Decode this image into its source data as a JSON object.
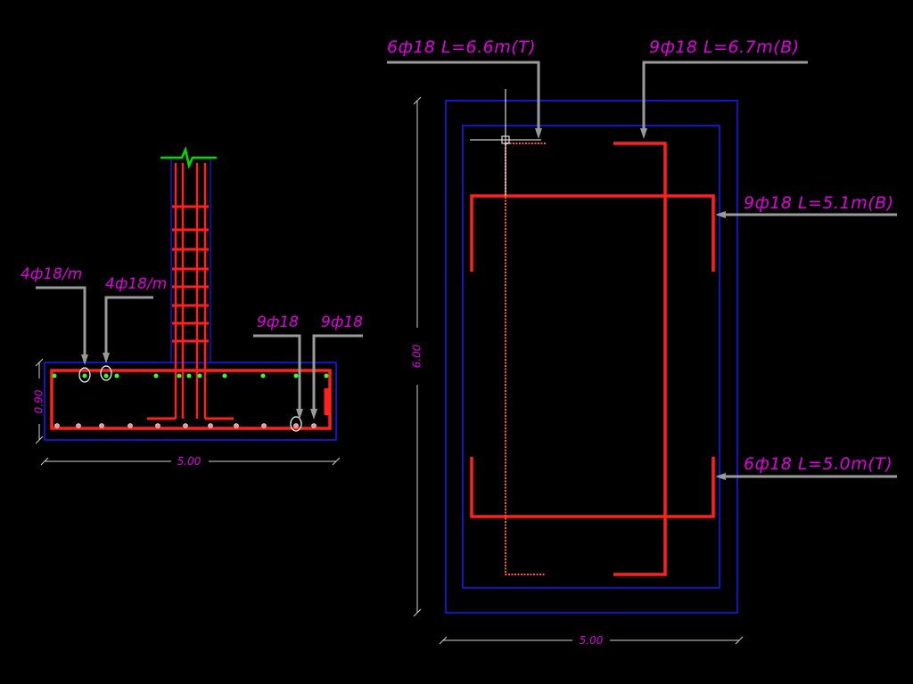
{
  "section": {
    "labels": {
      "top_bars_1": "4ф18/m",
      "top_bars_2": "4ф18/m",
      "bottom_bars_1": "9ф18",
      "bottom_bars_2": "9ф18"
    },
    "dim_height": "0.90",
    "dim_width": "5.00"
  },
  "plan": {
    "labels": {
      "top_left": "6ф18  L=6.6m(T)",
      "top_right": "9ф18  L=6.7m(B)",
      "right_upper": "9ф18  L=5.1m(B)",
      "right_lower": "6ф18  L=5.0m(T)"
    },
    "dim_height": "6.00",
    "dim_width": "5.00"
  },
  "colors": {
    "background": "#000000",
    "rebar": "#ff2020",
    "outline": "#1a1aff",
    "text": "#e000e0",
    "leader": "#9a9a9a",
    "column_top": "#00e000"
  }
}
